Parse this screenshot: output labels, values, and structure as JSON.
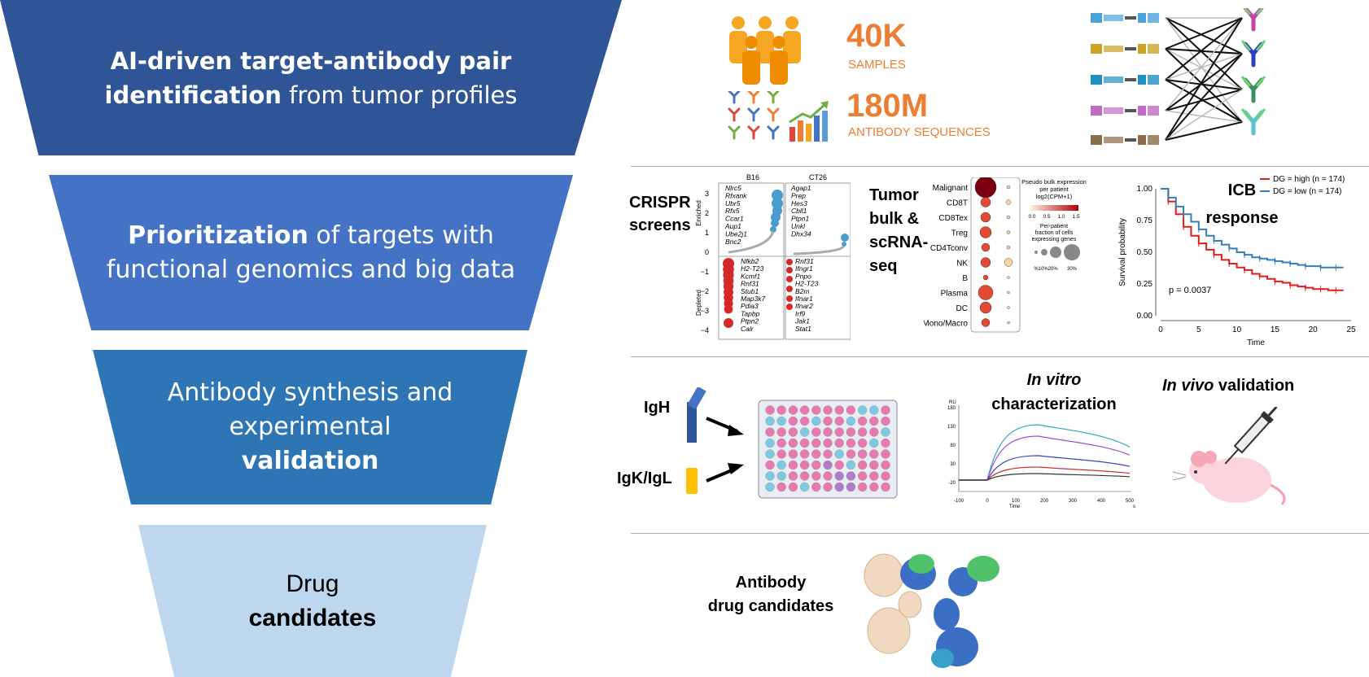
{
  "funnel": [
    {
      "parts": [
        {
          "t": "AI-driven target-antibody pair",
          "b": true
        },
        {
          "t": "identification",
          "b": true,
          "br": true
        },
        {
          "t": " from tumor profiles",
          "b": false
        }
      ]
    },
    {
      "parts": [
        {
          "t": "Prioritization",
          "b": true
        },
        {
          "t": " of targets with functional genomics and big data",
          "b": false
        }
      ]
    },
    {
      "parts": [
        {
          "t": "Antibody synthesis and experimental",
          "b": false
        },
        {
          "t": "validation",
          "b": true,
          "br": true
        }
      ]
    },
    {
      "parts": [
        {
          "t": "Drug",
          "b": false
        },
        {
          "t": "candidates",
          "b": true,
          "br": true
        }
      ]
    }
  ],
  "stats": {
    "samples_value": "40K",
    "samples_label": "SAMPLES",
    "sequences_value": "180M",
    "sequences_label": "ANTIBODY SEQUENCES"
  },
  "crispr": {
    "title": "CRISPR screens",
    "b16": "B16",
    "ct26": "CT26",
    "enriched": "Enriched",
    "depleted": "Depleted",
    "yticks": [
      "3",
      "2",
      "1",
      "0",
      "−1",
      "−2",
      "−3",
      "−4"
    ],
    "b16_enriched": [
      "Nlrc5",
      "Rfxank",
      "Ubr5",
      "Rfx5",
      "Ccar1",
      "Aup1",
      "Ube2j1",
      "Bnc2"
    ],
    "b16_depleted": [
      "Nfkb2",
      "H2-T23",
      "Kcmf1",
      "Rnf31",
      "Stub1",
      "Map3k7",
      "Pdia3",
      "Tapbp",
      "Ptpn2",
      "Calr"
    ],
    "ct26_enriched": [
      "Agap1",
      "Prep",
      "Hes3",
      "Cbll1",
      "Ptpn1",
      "Unkl",
      "Dhx34"
    ],
    "ct26_depleted": [
      "Rnf31",
      "Ifngr1",
      "Pnpo",
      "H2-T23",
      "B2m",
      "Ifnar1",
      "Ifnar2",
      "Irf9",
      "Jak1",
      "Stat1"
    ]
  },
  "tumor": {
    "title": "Tumor bulk & scRNA-seq",
    "cells": [
      "Malignant",
      "CD8T",
      "CD8Tex",
      "Treg",
      "CD4Tconv",
      "NK",
      "B",
      "Plasma",
      "DC",
      "Mono/Macro"
    ],
    "legend_title": "Pseudo bulk expression per patient log2(CPM+1)",
    "legend_ticks": [
      "0.0",
      "0.5",
      "1.0",
      "1.5"
    ],
    "legend_frac": "Per-patient fraction of cells expressing genes",
    "legend_pct": [
      "%10%20%",
      "30%"
    ]
  },
  "chart_data": {
    "type": "line",
    "title": "ICB response",
    "xlabel": "Time",
    "ylabel": "Survival probability",
    "xlim": [
      0,
      25
    ],
    "ylim": [
      0,
      1
    ],
    "xticks": [
      "0",
      "5",
      "10",
      "15",
      "20",
      "25"
    ],
    "yticks": [
      "0.00",
      "0.25",
      "0.50",
      "0.75",
      "1.00"
    ],
    "pvalue": "p = 0.0037",
    "series": [
      {
        "name": "DG = high (n = 174)",
        "color": "#e41a1c",
        "x": [
          0,
          1,
          2,
          3,
          4,
          5,
          6,
          7,
          8,
          9,
          10,
          11,
          12,
          13,
          14,
          15,
          16,
          17,
          18,
          19,
          20,
          21,
          22,
          23,
          24
        ],
        "y": [
          1.0,
          0.9,
          0.8,
          0.7,
          0.63,
          0.57,
          0.52,
          0.48,
          0.44,
          0.41,
          0.38,
          0.36,
          0.33,
          0.31,
          0.29,
          0.27,
          0.26,
          0.24,
          0.23,
          0.22,
          0.21,
          0.21,
          0.2,
          0.2,
          0.2
        ]
      },
      {
        "name": "DG = low (n = 174)",
        "color": "#377eb8",
        "x": [
          0,
          1,
          2,
          3,
          4,
          5,
          6,
          7,
          8,
          9,
          10,
          11,
          12,
          13,
          14,
          15,
          16,
          17,
          18,
          19,
          20,
          21,
          22,
          23,
          24
        ],
        "y": [
          1.0,
          0.93,
          0.86,
          0.8,
          0.74,
          0.68,
          0.63,
          0.59,
          0.56,
          0.53,
          0.5,
          0.48,
          0.46,
          0.45,
          0.44,
          0.43,
          0.42,
          0.41,
          0.4,
          0.39,
          0.39,
          0.38,
          0.38,
          0.38,
          0.38
        ]
      }
    ]
  },
  "validation": {
    "igh": "IgH",
    "igk": "IgK/IgL",
    "invitro_italic": "In vitro",
    "invitro_rest": "characterization",
    "invivo_italic": "In vivo",
    "invivo_rest": " validation",
    "spr_unit": "RU",
    "spr_time": "Time",
    "spr_s": "s",
    "spr_yticks": [
      "180",
      "130",
      "80",
      "30",
      "-20"
    ],
    "spr_xticks": [
      "-100",
      "0",
      "100",
      "200",
      "300",
      "400",
      "500"
    ]
  },
  "candidates": {
    "label_line1": "Antibody",
    "label_line2": "drug candidates"
  },
  "colors": {
    "funnel1": "#2f5597",
    "funnel2": "#4472c4",
    "funnel3": "#2e75b6",
    "funnel4": "#bdd7ee",
    "accent": "#ed7d31"
  }
}
